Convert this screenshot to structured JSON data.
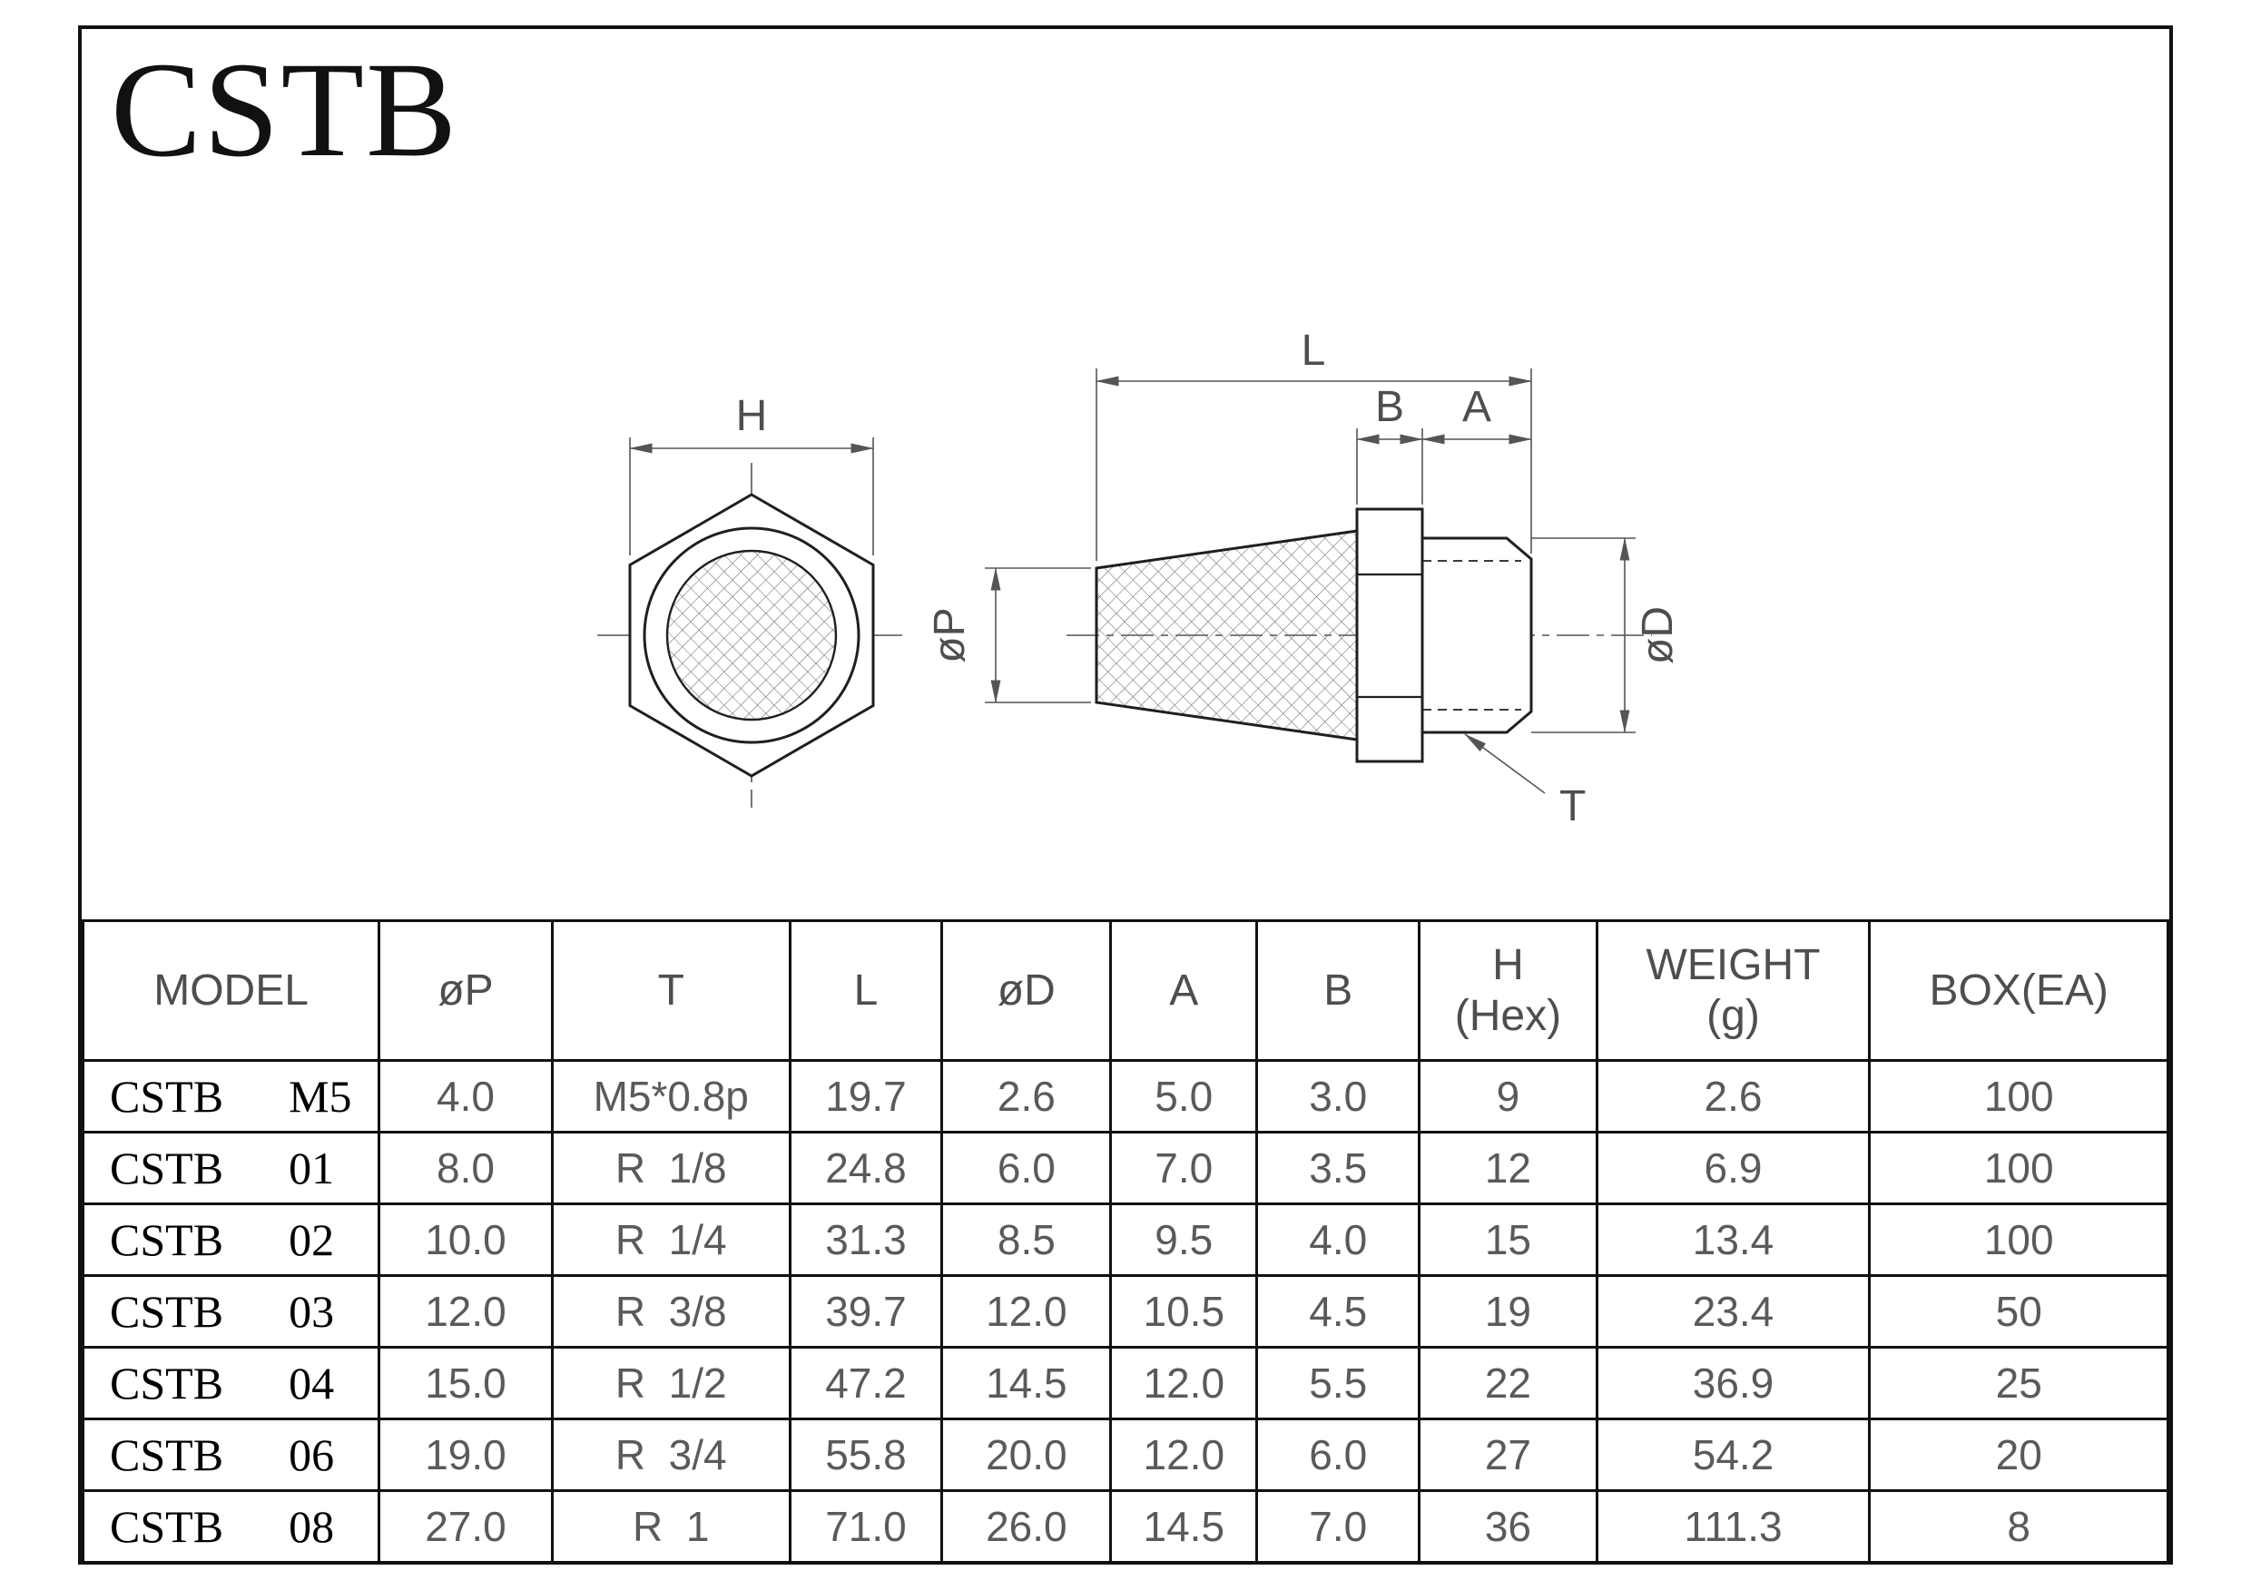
{
  "title": "CSTB",
  "drawing": {
    "h": "H",
    "l": "L",
    "b": "B",
    "a": "A",
    "phi_p": "øP",
    "phi_d": "øD",
    "t": "T"
  },
  "table": {
    "headers": [
      "MODEL",
      "øP",
      "T",
      "L",
      "øD",
      "A",
      "B",
      "H\n(Hex)",
      "WEIGHT\n(g)",
      "BOX(EA)"
    ],
    "rows": [
      {
        "model": {
          "series": "CSTB",
          "code": "M5"
        },
        "values": [
          "4.0",
          "M5*0.8p",
          "19.7",
          "2.6",
          "5.0",
          "3.0",
          "9",
          "2.6",
          "100"
        ]
      },
      {
        "model": {
          "series": "CSTB",
          "code": "01"
        },
        "values": [
          "8.0",
          "R  1/8",
          "24.8",
          "6.0",
          "7.0",
          "3.5",
          "12",
          "6.9",
          "100"
        ]
      },
      {
        "model": {
          "series": "CSTB",
          "code": "02"
        },
        "values": [
          "10.0",
          "R  1/4",
          "31.3",
          "8.5",
          "9.5",
          "4.0",
          "15",
          "13.4",
          "100"
        ]
      },
      {
        "model": {
          "series": "CSTB",
          "code": "03"
        },
        "values": [
          "12.0",
          "R  3/8",
          "39.7",
          "12.0",
          "10.5",
          "4.5",
          "19",
          "23.4",
          "50"
        ]
      },
      {
        "model": {
          "series": "CSTB",
          "code": "04"
        },
        "values": [
          "15.0",
          "R  1/2",
          "47.2",
          "14.5",
          "12.0",
          "5.5",
          "22",
          "36.9",
          "25"
        ]
      },
      {
        "model": {
          "series": "CSTB",
          "code": "06"
        },
        "values": [
          "19.0",
          "R  3/4",
          "55.8",
          "20.0",
          "12.0",
          "6.0",
          "27",
          "54.2",
          "20"
        ]
      },
      {
        "model": {
          "series": "CSTB",
          "code": "08"
        },
        "values": [
          "27.0",
          "R  1",
          "71.0",
          "26.0",
          "14.5",
          "7.0",
          "36",
          "111.3",
          "8"
        ]
      }
    ]
  }
}
